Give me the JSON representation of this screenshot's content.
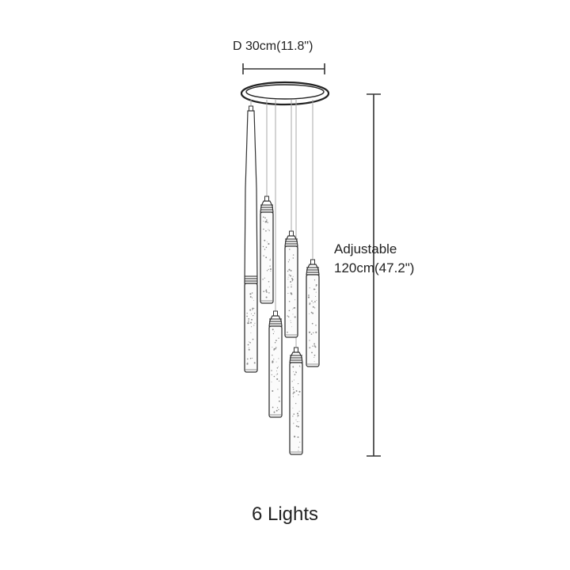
{
  "diagram": {
    "diameter_label": "D 30cm(11.8\")",
    "height_label_line1": "Adjustable",
    "height_label_line2": "120cm(47.2\")",
    "caption": "6 Lights",
    "line_color": "#333333",
    "cord_color": "#aaaaaa",
    "glass_color": "#fbfbfb",
    "light_count": 6
  }
}
